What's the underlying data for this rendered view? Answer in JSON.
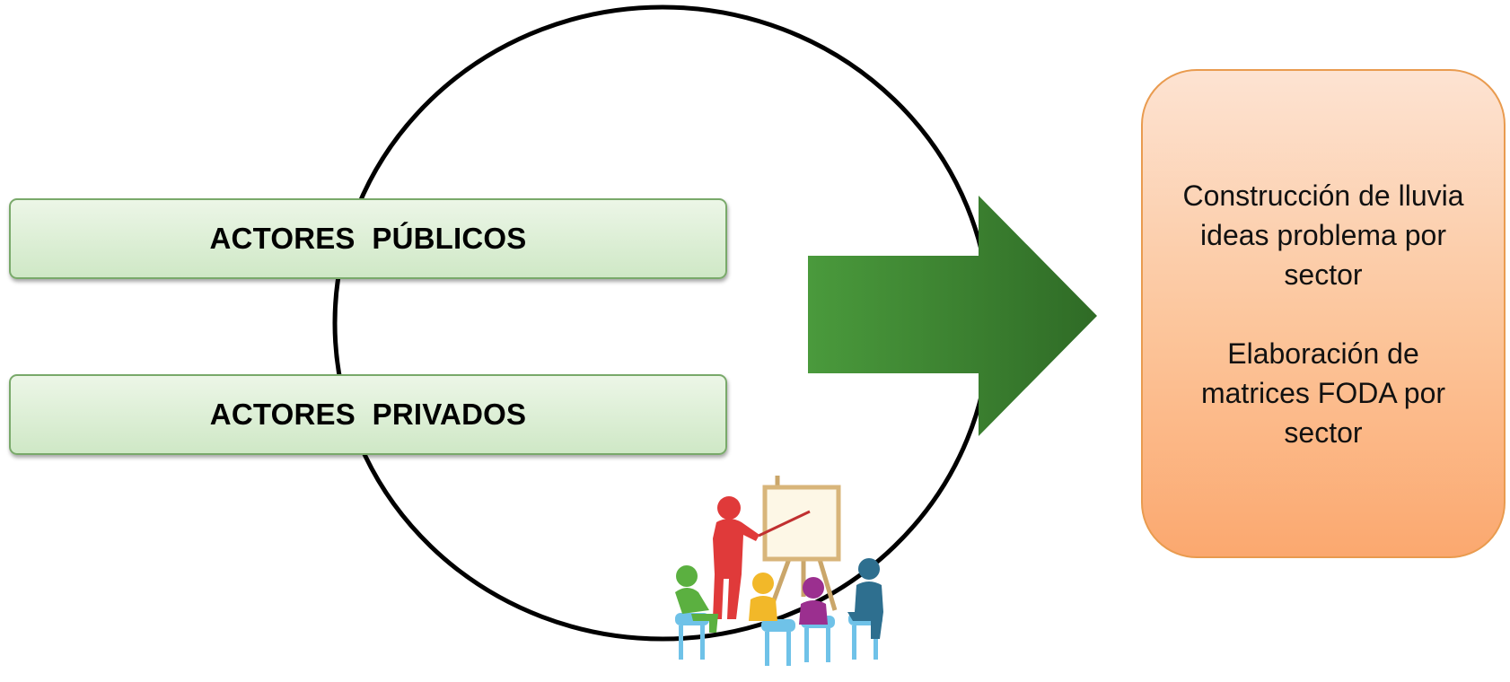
{
  "diagram": {
    "actors": [
      {
        "label": "ACTORES  PÚBLICOS"
      },
      {
        "label": "ACTORES  PRIVADOS"
      }
    ],
    "result": {
      "paragraphs": [
        "Construcción de lluvia ideas problema por sector",
        "Elaboración de matrices FODA por sector"
      ]
    },
    "colors": {
      "actor_fill": "#d8edd0",
      "actor_border": "#79a96a",
      "arrow": "#3f8a34",
      "result_fill": "#fcc499",
      "result_border": "#e99b4f",
      "circle_stroke": "#000000"
    },
    "icons": {
      "arrow": "right-arrow-icon",
      "classroom": "classroom-presentation-icon"
    }
  }
}
